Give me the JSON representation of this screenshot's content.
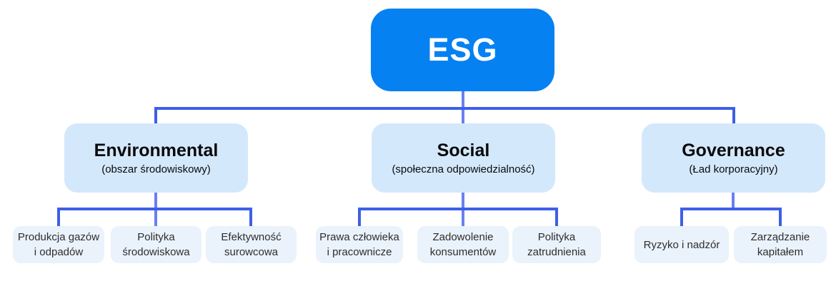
{
  "diagram": {
    "root": {
      "label": "ESG"
    },
    "categories": [
      {
        "title": "Environmental",
        "subtitle": "(obszar środowiskowy)",
        "children": [
          "Produkcja gazów i odpadów",
          "Polityka środowiskowa",
          "Efektywność surowcowa"
        ]
      },
      {
        "title": "Social",
        "subtitle": "(społeczna odpowiedzialność)",
        "children": [
          "Prawa człowieka i pracownicze",
          "Zadowolenie konsumentów",
          "Polityka zatrudnienia"
        ]
      },
      {
        "title": "Governance",
        "subtitle": "(Ład korporacyjny)",
        "children": [
          "Ryzyko i nadzór",
          "Zarządzanie kapitałem"
        ]
      }
    ]
  },
  "colors": {
    "root_fill": "#0681F2",
    "root_text": "#FFFFFF",
    "category_fill": "#D4E8FC",
    "leaf_fill": "#EAF2FB",
    "connector": "#3D5FE8",
    "connector_light": "#6A80F0",
    "title_text": "#0A0A0A",
    "leaf_text": "#2E2E2E",
    "background": "#FFFFFF"
  }
}
